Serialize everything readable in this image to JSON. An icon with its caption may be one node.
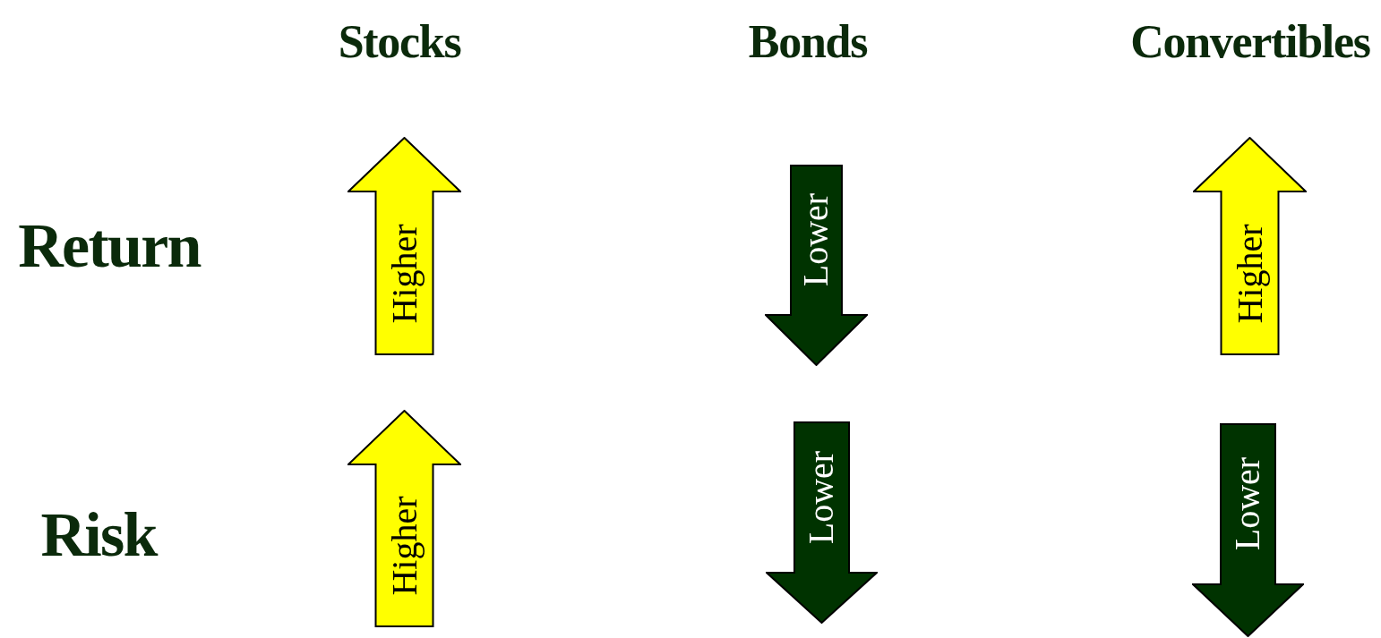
{
  "diagram": {
    "nodes": [
      {
        "text": [
          "Higher"
        ]
      },
      {
        "text": [
          "Lower"
        ]
      },
      {
        "text": [
          "Higher"
        ]
      },
      {
        "text": [
          "Higher"
        ]
      },
      {
        "text": [
          "Lower"
        ]
      },
      {
        "text": [
          "Lower"
        ]
      }
    ],
    "labels": [
      "Stocks",
      "Bonds",
      "Convertibles",
      "Return",
      "Risk"
    ]
  }
}
